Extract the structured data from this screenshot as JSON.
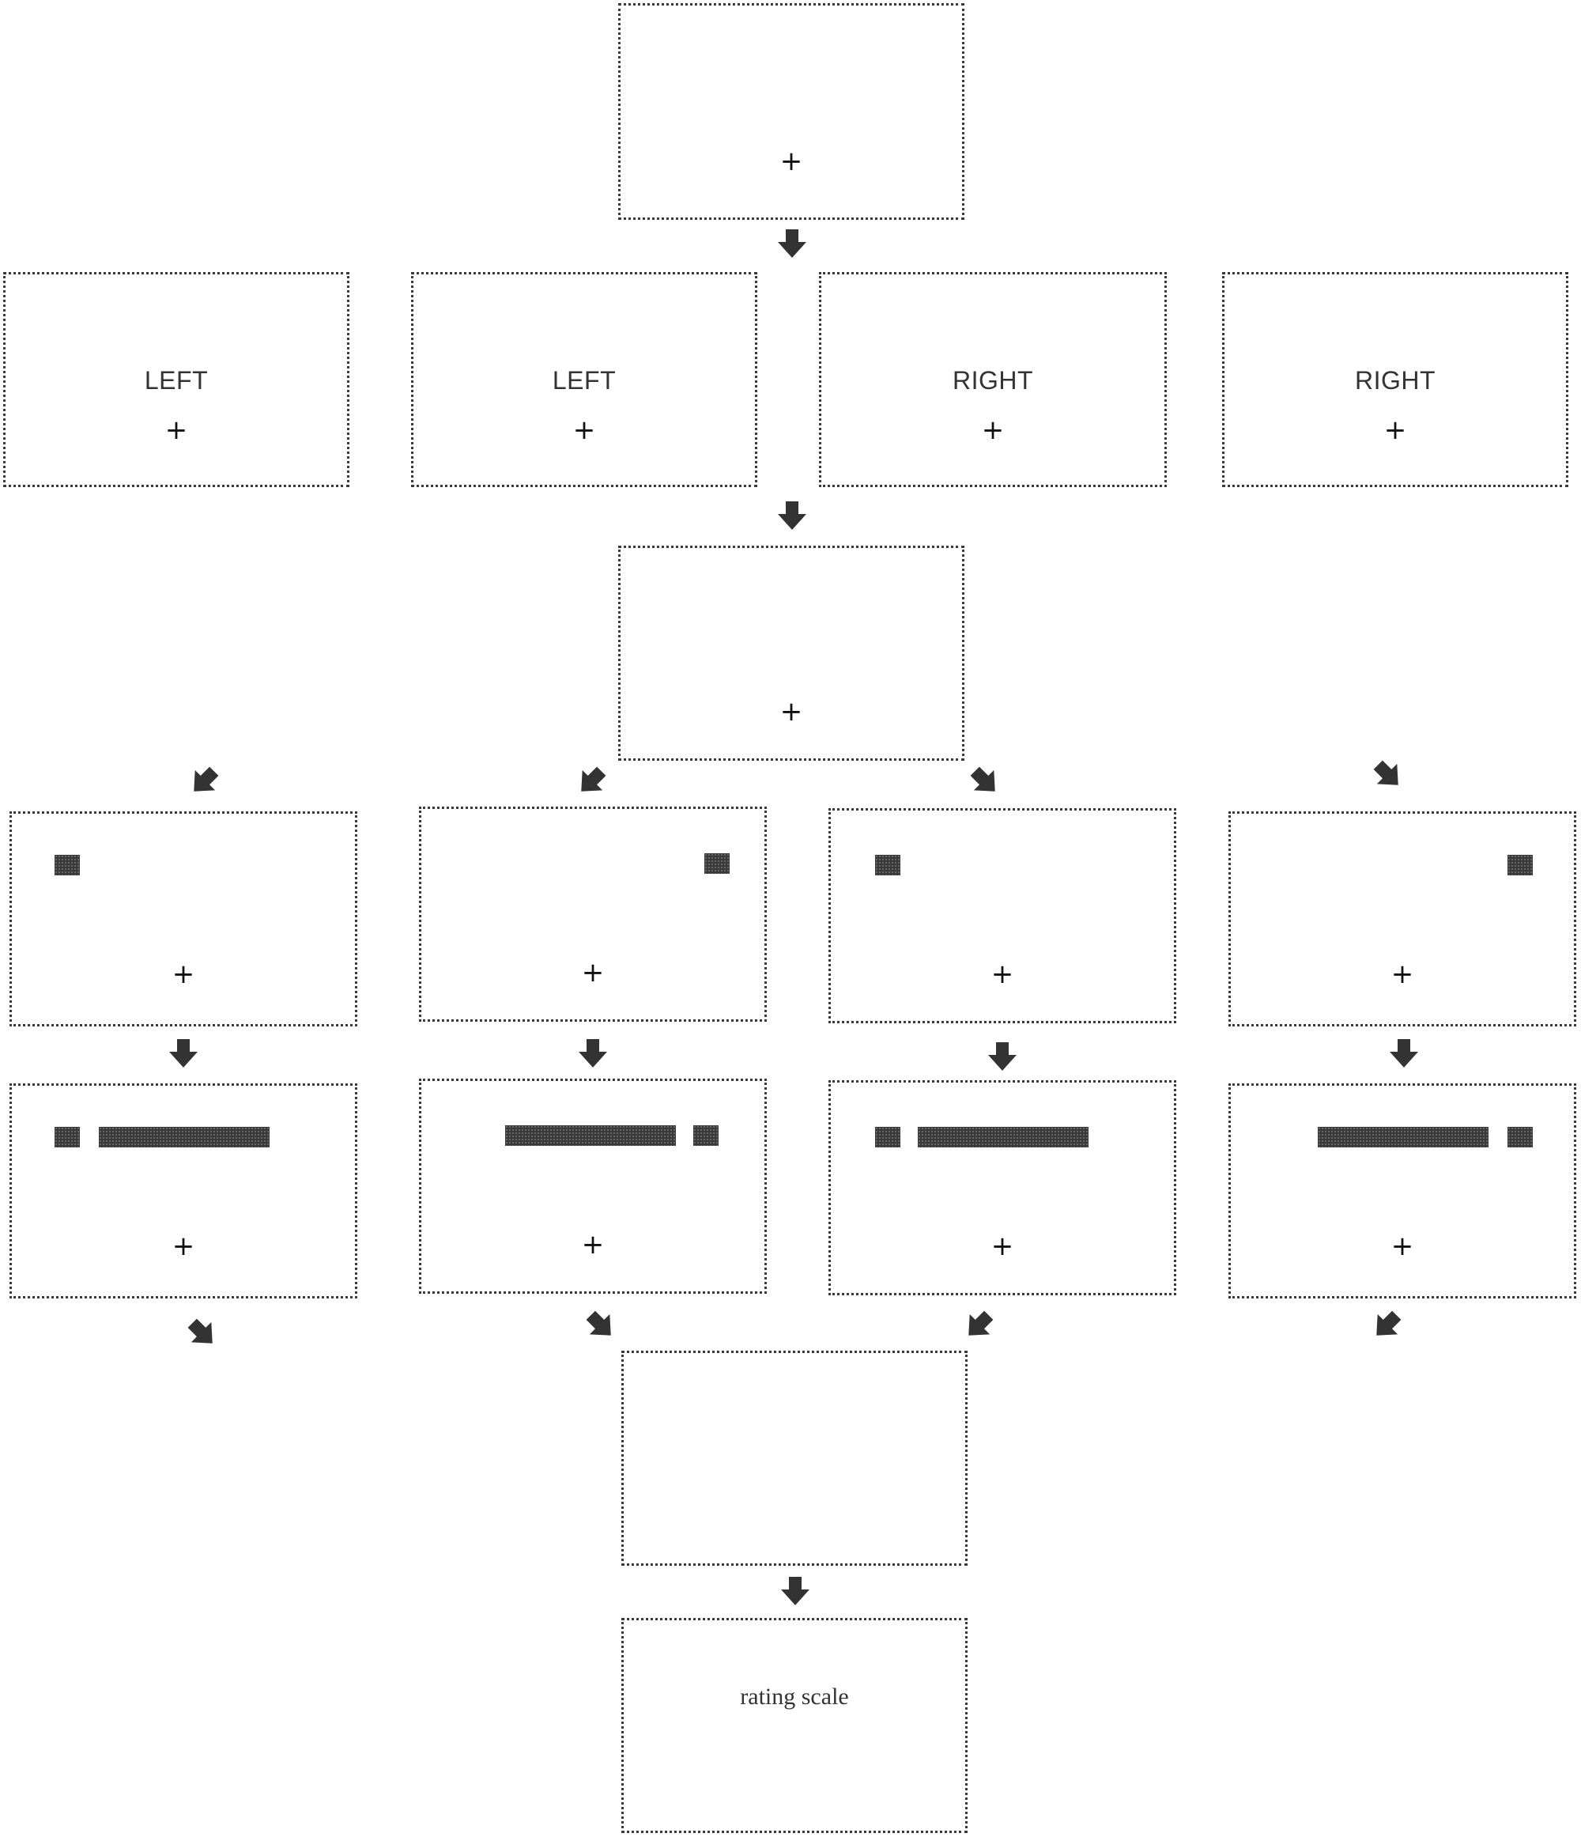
{
  "cues": {
    "left": "LEFT",
    "right": "RIGHT"
  },
  "fixation": "+",
  "rating_label": "rating scale",
  "colors": {
    "frame": "#3a3a3a",
    "block": "#3a3a3a",
    "arrow": "#333333"
  },
  "icons": {
    "down": "arrow-down-icon",
    "down_left": "arrow-down-left-icon",
    "down_right": "arrow-down-right-icon"
  }
}
